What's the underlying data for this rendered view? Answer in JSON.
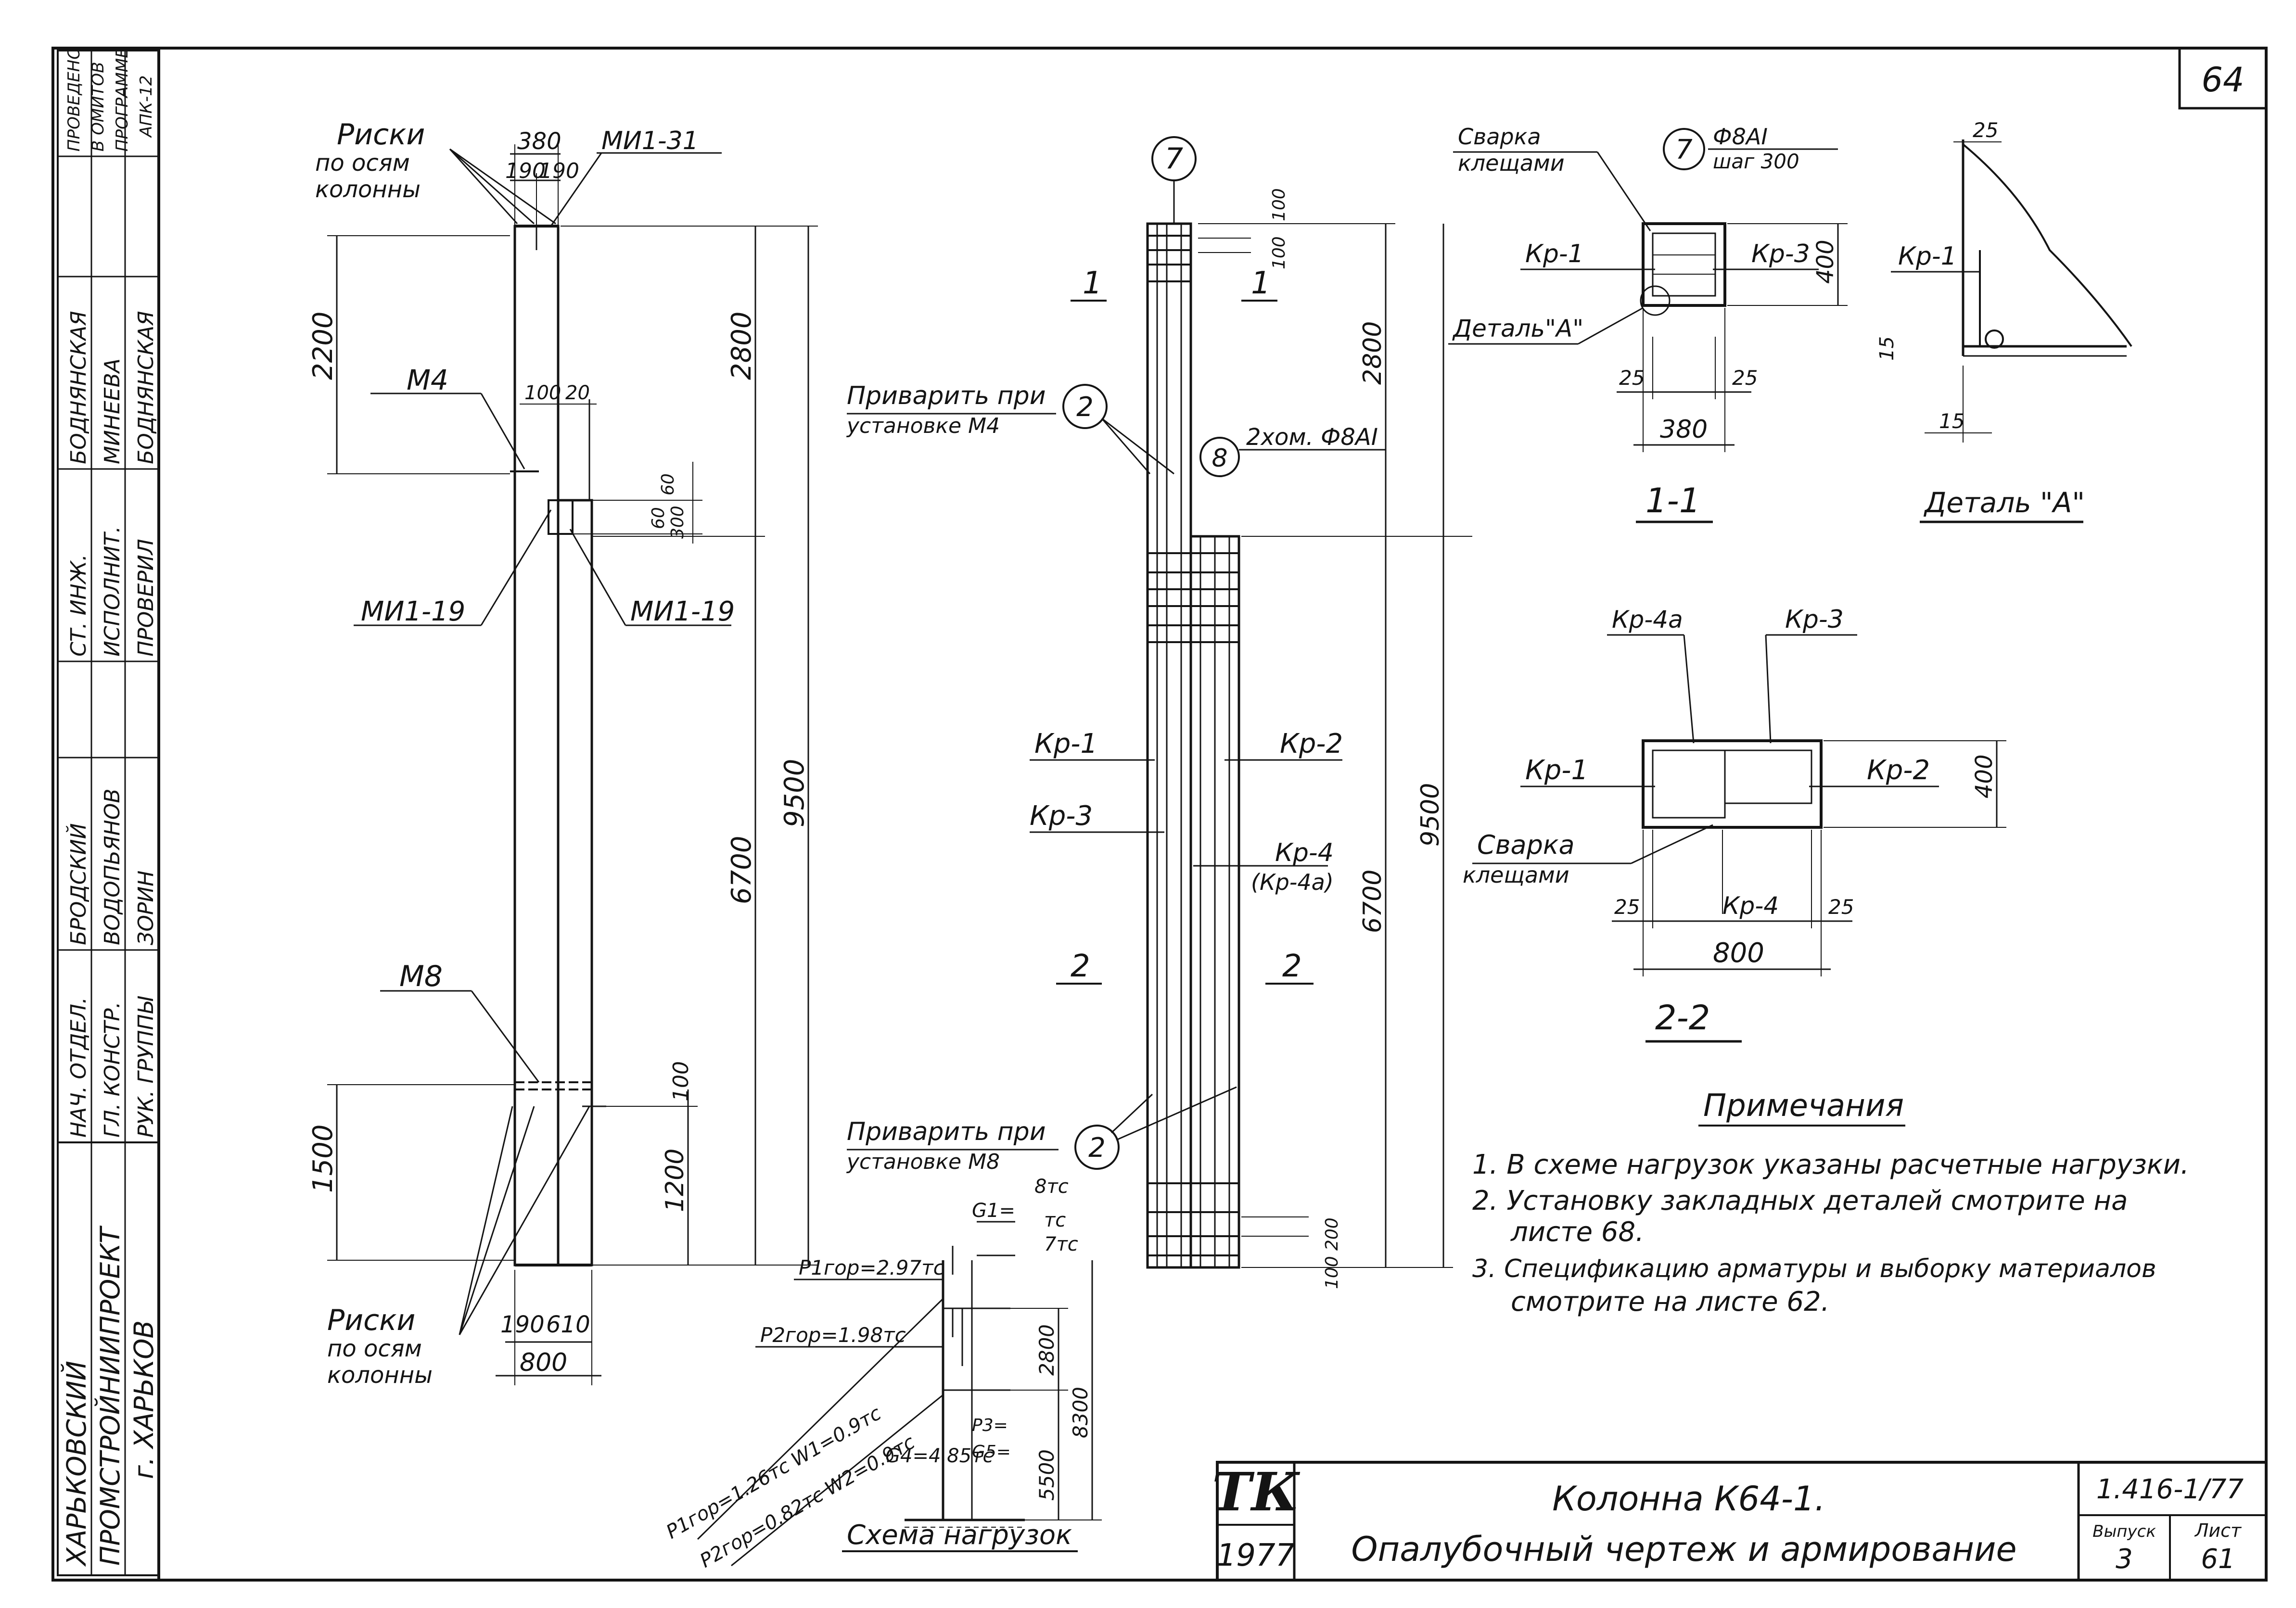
{
  "sheet_number": "64",
  "side_stamp": {
    "note": [
      "ПРОВЕДЕНО",
      "В ОМИТОВ",
      "ПРОГРАММЕ",
      "АПК-12"
    ],
    "roles": [
      {
        "role": "НАЧ. ОТДЕЛ.",
        "name": "БРОДСКИЙ"
      },
      {
        "role": "ГЛ. КОНСТР.",
        "name": "ВОДОПЬЯНОВ"
      },
      {
        "role": "РУК. ГРУППЫ",
        "name": "ЗОРИН"
      },
      {
        "role": "СТ. ИНЖ.",
        "name": "БОДНЯНСКАЯ"
      },
      {
        "role": "ИСПОЛНИТ.",
        "name": "МИНЕЕВА"
      },
      {
        "role": "ПРОВЕРИЛ",
        "name": "БОДНЯНСКАЯ"
      }
    ],
    "org_lines": [
      "ХАРЬКОВСКИЙ",
      "ПРОМСТРОЙНИИПРОЕКТ",
      "г. ХАРЬКОВ"
    ]
  },
  "formwork": {
    "marks_top_label": [
      "Риски",
      "по осям",
      "колонны"
    ],
    "marks_bottom_label": [
      "Риски",
      "по осям",
      "колонны"
    ],
    "dims": {
      "top_total": "380",
      "top_left": "190",
      "top_right": "190",
      "h_2200": "2200",
      "h_2800": "2800",
      "h_6700": "6700",
      "h_9500": "9500",
      "h_1500": "1500",
      "h_1200": "1200",
      "h_100": "100",
      "bracket_100": "100",
      "bracket_20": "20",
      "bracket_60a": "60",
      "bracket_60b": "60",
      "bracket_300": "300",
      "bottom_190": "190",
      "bottom_610": "610",
      "bottom_800": "800"
    },
    "parts": {
      "mi1_31": "МИ1-31",
      "m4": "М4",
      "mi1_19_left": "МИ1-19",
      "mi1_19_right": "МИ1-19",
      "m8": "М8"
    }
  },
  "reinforcement": {
    "pos_7": "7",
    "pos_2_top": "2",
    "pos_8": "8",
    "pos_2_bottom": "2",
    "weld_top": [
      "Приварить при",
      "установке М4"
    ],
    "weld_bottom": [
      "Приварить при",
      "установке М8"
    ],
    "bar_8": "2хом. Ф8АI",
    "kr1": "Кр-1",
    "kr2": "Кр-2",
    "kr3": "Кр-3",
    "kr4": "Кр-4",
    "kr4a": "(Кр-4а)",
    "sec1_left": "1",
    "sec1_right": "1",
    "sec2_left": "2",
    "sec2_right": "2",
    "dims": {
      "d100a": "100",
      "d100b": "100",
      "d2800": "2800",
      "d6700": "6700",
      "d9500": "9500",
      "d200": "200",
      "d100c": "100"
    }
  },
  "section_1_1": {
    "title": "1-1",
    "weld": [
      "Сварка",
      "клещами"
    ],
    "pos": "7",
    "bar": "Ф8АI",
    "step": "шаг 300",
    "kr1": "Кр-1",
    "kr3": "Кр-3",
    "detail_ref": "Деталь\"А\"",
    "d400": "400",
    "d25a": "25",
    "d25b": "25",
    "d380": "380"
  },
  "detail_a": {
    "title": "Деталь \"А\"",
    "kr1": "Кр-1",
    "d25": "25",
    "d15a": "15",
    "d15b": "15"
  },
  "section_2_2": {
    "title": "2-2",
    "kr4a": "Кр-4а",
    "kr3": "Кр-3",
    "kr1": "Кр-1",
    "kr2": "Кр-2",
    "kr4": "Кр-4",
    "weld": [
      "Сварка",
      "клещами"
    ],
    "d400": "400",
    "d25a": "25",
    "d25b": "25",
    "d800": "800"
  },
  "load_scheme": {
    "title": "Схема нагрузок",
    "p1": "P1гор=2.97тс",
    "p2": "P2гор=1.98тс",
    "p1y": "P1гор=1.26тс",
    "p2y": "P2гор=0.82тс",
    "w1": "W1=0.9тс",
    "w2": "W2=0.9тс",
    "g4": "G4=4.85тс",
    "g_top": "G1=",
    "f_a": "8тс",
    "f_b": "тс",
    "f_c": "7тс",
    "p3": "P3=",
    "g5": "G5=",
    "d2800": "2800",
    "d5500": "5500",
    "d8300": "8300"
  },
  "notes": {
    "title": "Примечания",
    "items": [
      "1. В схеме нагрузок указаны расчетные нагрузки.",
      "2. Установку закладных деталей смотрите на",
      "листе 68.",
      "3. Спецификацию арматуры и выборку материалов",
      "смотрите на листе 62."
    ]
  },
  "title_block": {
    "logo": "ТК",
    "year": "1977",
    "title_line1": "Колонна К64-1.",
    "title_line2": "Опалубочный чертеж и армирование",
    "series": "1.416-1/77",
    "issue_label": "Выпуск",
    "issue": "3",
    "sheet_label": "Лист",
    "sheet": "61"
  }
}
